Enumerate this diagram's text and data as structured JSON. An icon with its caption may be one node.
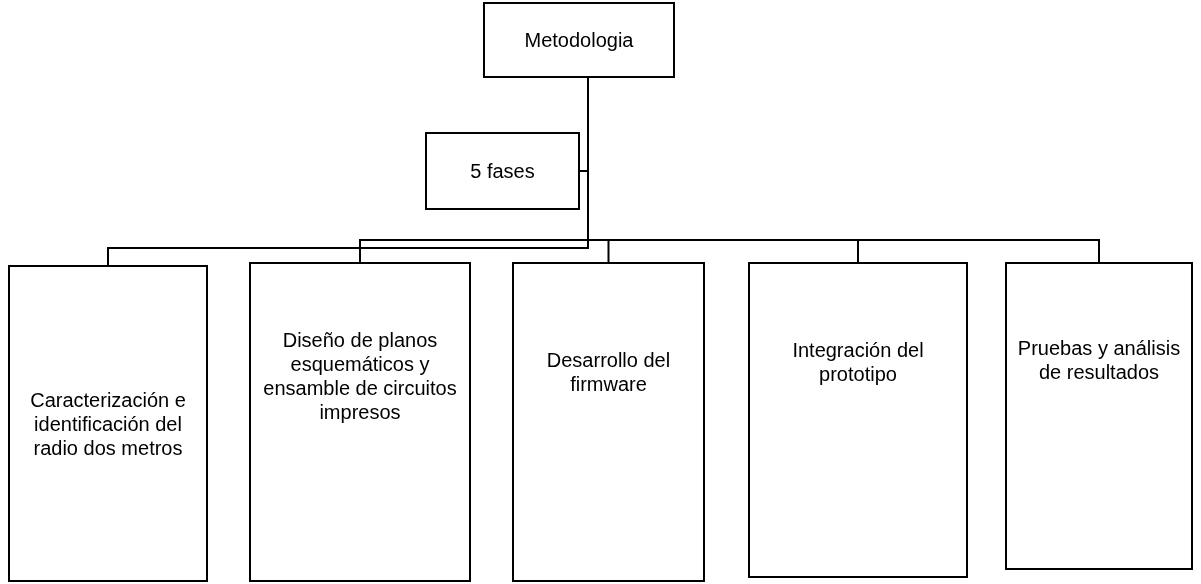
{
  "diagram": {
    "nodes": [
      {
        "text": [
          "Metodologia"
        ]
      },
      {
        "text": [
          "5 fases"
        ]
      },
      {
        "text": [
          "Caracterización e identificación del radio dos metros"
        ]
      },
      {
        "text": [
          "Diseño de planos esquemáticos y ensamble de circuitos impresos"
        ]
      },
      {
        "text": [
          "Desarrollo del firmware"
        ]
      },
      {
        "text": [
          "Integración del prototipo"
        ]
      },
      {
        "text": [
          "Pruebas y análisis de resultados"
        ]
      }
    ],
    "edges": [
      {
        "from": 0,
        "to": 1,
        "arrow": "none"
      },
      {
        "from": 0,
        "to": 2,
        "arrow": "none"
      },
      {
        "from": 0,
        "to": 3,
        "arrow": "none"
      },
      {
        "from": 0,
        "to": 4,
        "arrow": "none"
      },
      {
        "from": 0,
        "to": 5,
        "arrow": "none"
      },
      {
        "from": 0,
        "to": 6,
        "arrow": "none"
      }
    ]
  }
}
